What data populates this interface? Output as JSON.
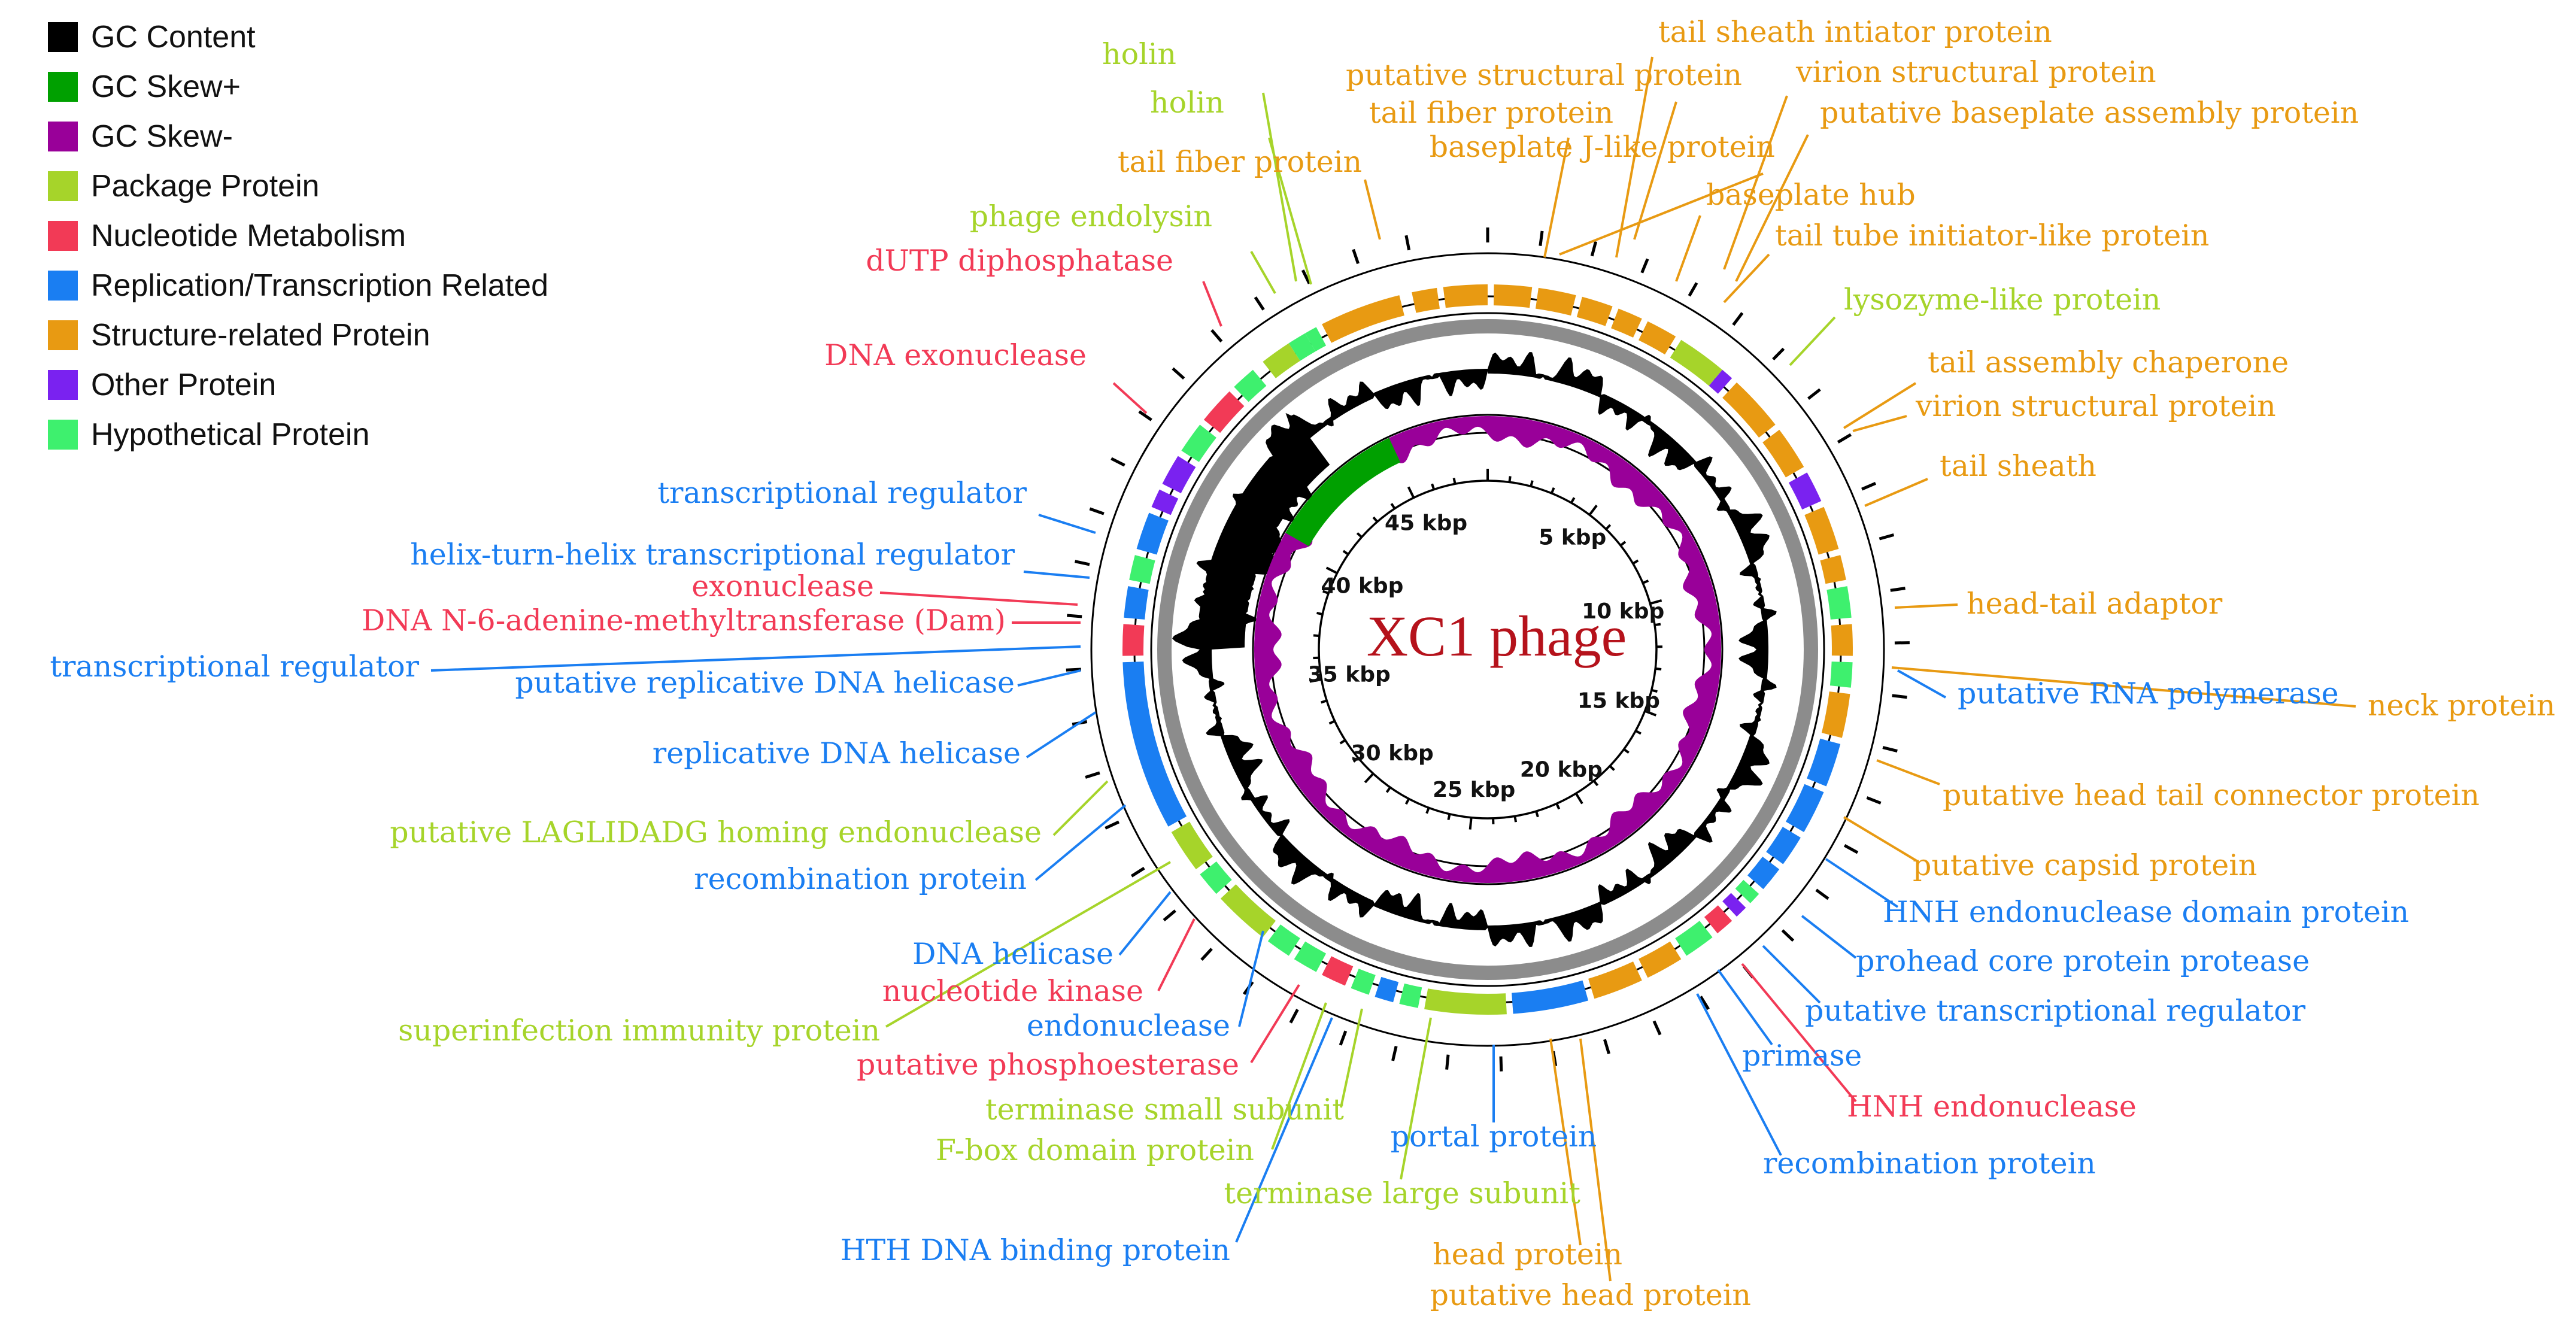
{
  "colors": {
    "gc_content": "#000000",
    "gc_skew_plus": "#00a000",
    "gc_skew_minus": "#990099",
    "package": "#a6d42a",
    "nucleotide": "#f23a56",
    "replication": "#1a7ef2",
    "structure": "#e89a12",
    "other": "#7a22f0",
    "hypothetical": "#3ef06e",
    "backbone": "#8c8c8c"
  },
  "legend": [
    {
      "label": "GC Content",
      "color": "#000000"
    },
    {
      "label": "GC Skew+",
      "color": "#00a000"
    },
    {
      "label": "GC Skew-",
      "color": "#990099"
    },
    {
      "label": "Package Protein",
      "color": "#a6d42a"
    },
    {
      "label": "Nucleotide Metabolism",
      "color": "#f23a56"
    },
    {
      "label": "Replication/Transcription Related",
      "color": "#1a7ef2"
    },
    {
      "label": "Structure-related Protein",
      "color": "#e89a12"
    },
    {
      "label": "Other Protein",
      "color": "#7a22f0"
    },
    {
      "label": "Hypothetical Protein",
      "color": "#3ef06e"
    }
  ],
  "title": "XC1 phage",
  "genome_length_kbp": 48.5,
  "kbp_ticks": [
    "5 kbp",
    "10 kbp",
    "15 kbp",
    "20 kbp",
    "25 kbp",
    "30 kbp",
    "35 kbp",
    "40 kbp",
    "45 kbp"
  ],
  "genes": [
    {
      "label": "holin",
      "category": "package"
    },
    {
      "label": "holin",
      "category": "package"
    },
    {
      "label": "tail fiber protein",
      "category": "structure"
    },
    {
      "label": "phage endolysin",
      "category": "package"
    },
    {
      "label": "dUTP diphosphatase",
      "category": "nucleotide"
    },
    {
      "label": "DNA exonuclease",
      "category": "nucleotide"
    },
    {
      "label": "transcriptional regulator",
      "category": "replication"
    },
    {
      "label": "helix-turn-helix transcriptional regulator",
      "category": "replication"
    },
    {
      "label": "exonuclease",
      "category": "nucleotide"
    },
    {
      "label": "DNA N-6-adenine-methyltransferase (Dam)",
      "category": "nucleotide"
    },
    {
      "label": "transcriptional regulator",
      "category": "replication"
    },
    {
      "label": "putative replicative DNA helicase",
      "category": "replication"
    },
    {
      "label": "replicative DNA helicase",
      "category": "replication"
    },
    {
      "label": "putative LAGLIDADG homing endonuclease",
      "category": "package"
    },
    {
      "label": "recombination protein",
      "category": "replication"
    },
    {
      "label": "DNA helicase",
      "category": "replication"
    },
    {
      "label": "nucleotide kinase",
      "category": "nucleotide"
    },
    {
      "label": "superinfection immunity protein",
      "category": "package"
    },
    {
      "label": "endonuclease",
      "category": "replication"
    },
    {
      "label": "putative phosphoesterase",
      "category": "nucleotide"
    },
    {
      "label": "terminase small subunit",
      "category": "package"
    },
    {
      "label": "F-box domain protein",
      "category": "package"
    },
    {
      "label": "terminase large subunit",
      "category": "package"
    },
    {
      "label": "HTH DNA binding protein",
      "category": "replication"
    },
    {
      "label": "portal protein",
      "category": "replication"
    },
    {
      "label": "head protein",
      "category": "structure"
    },
    {
      "label": "putative head protein",
      "category": "structure"
    },
    {
      "label": "recombination protein",
      "category": "replication"
    },
    {
      "label": "HNH endonuclease",
      "category": "nucleotide"
    },
    {
      "label": "primase",
      "category": "replication"
    },
    {
      "label": "putative transcriptional regulator",
      "category": "replication"
    },
    {
      "label": "prohead core protein protease",
      "category": "replication"
    },
    {
      "label": "HNH endonuclease domain protein",
      "category": "replication"
    },
    {
      "label": "putative capsid protein",
      "category": "structure"
    },
    {
      "label": "putative head tail connector protein",
      "category": "structure"
    },
    {
      "label": "putative RNA polymerase",
      "category": "replication"
    },
    {
      "label": "neck protein",
      "category": "structure"
    },
    {
      "label": "head-tail adaptor",
      "category": "structure"
    },
    {
      "label": "tail sheath",
      "category": "structure"
    },
    {
      "label": "virion structural protein",
      "category": "structure"
    },
    {
      "label": "tail assembly chaperone",
      "category": "structure"
    },
    {
      "label": "lysozyme-like protein",
      "category": "package"
    },
    {
      "label": "tail tube initiator-like protein",
      "category": "structure"
    },
    {
      "label": "baseplate hub",
      "category": "structure"
    },
    {
      "label": "putative baseplate assembly protein",
      "category": "structure"
    },
    {
      "label": "virion structural protein",
      "category": "structure"
    },
    {
      "label": "tail sheath intiator protein",
      "category": "structure"
    },
    {
      "label": "baseplate J-like protein",
      "category": "structure"
    },
    {
      "label": "putative structural protein",
      "category": "structure"
    },
    {
      "label": "tail fiber protein",
      "category": "structure"
    }
  ]
}
